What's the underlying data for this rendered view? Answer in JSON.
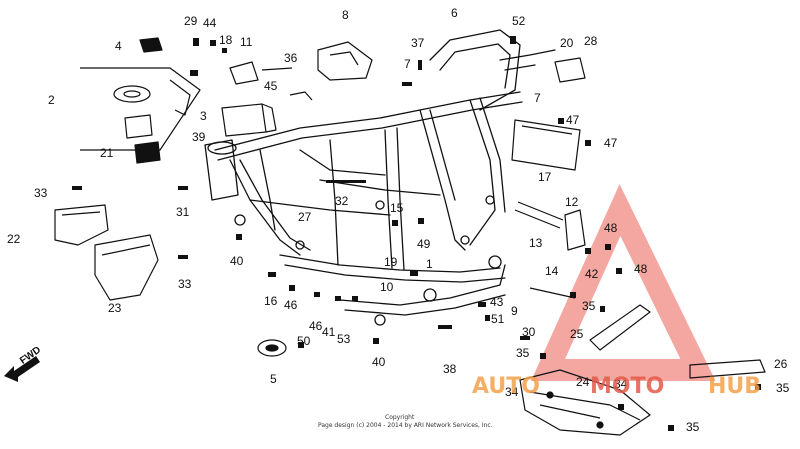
{
  "diagram": {
    "callouts": [
      "1",
      "2",
      "3",
      "4",
      "5",
      "6",
      "7",
      "7",
      "8",
      "9",
      "10",
      "11",
      "12",
      "13",
      "14",
      "15",
      "16",
      "17",
      "18",
      "19",
      "20",
      "21",
      "22",
      "23",
      "24",
      "25",
      "26",
      "27",
      "28",
      "29",
      "30",
      "31",
      "32",
      "33",
      "33",
      "34",
      "34",
      "35",
      "35",
      "35",
      "35",
      "36",
      "37",
      "38",
      "39",
      "40",
      "40",
      "41",
      "42",
      "43",
      "44",
      "45",
      "46",
      "46",
      "47",
      "47",
      "48",
      "48",
      "49",
      "50",
      "51",
      "52",
      "53"
    ],
    "fwd_label": "FWD",
    "copyright_line1": "Copyright",
    "copyright_line2": "Page design (c) 2004 - 2014 by ARI Network Services, Inc.",
    "watermark_part1": "AUTO",
    "watermark_part2": "MOTO",
    "watermark_part3": "HUB",
    "colors": {
      "ink": "#111111",
      "watermark_orange": "#f5a04a",
      "watermark_red": "#e45a4a",
      "triangle": "#f08a80"
    }
  }
}
